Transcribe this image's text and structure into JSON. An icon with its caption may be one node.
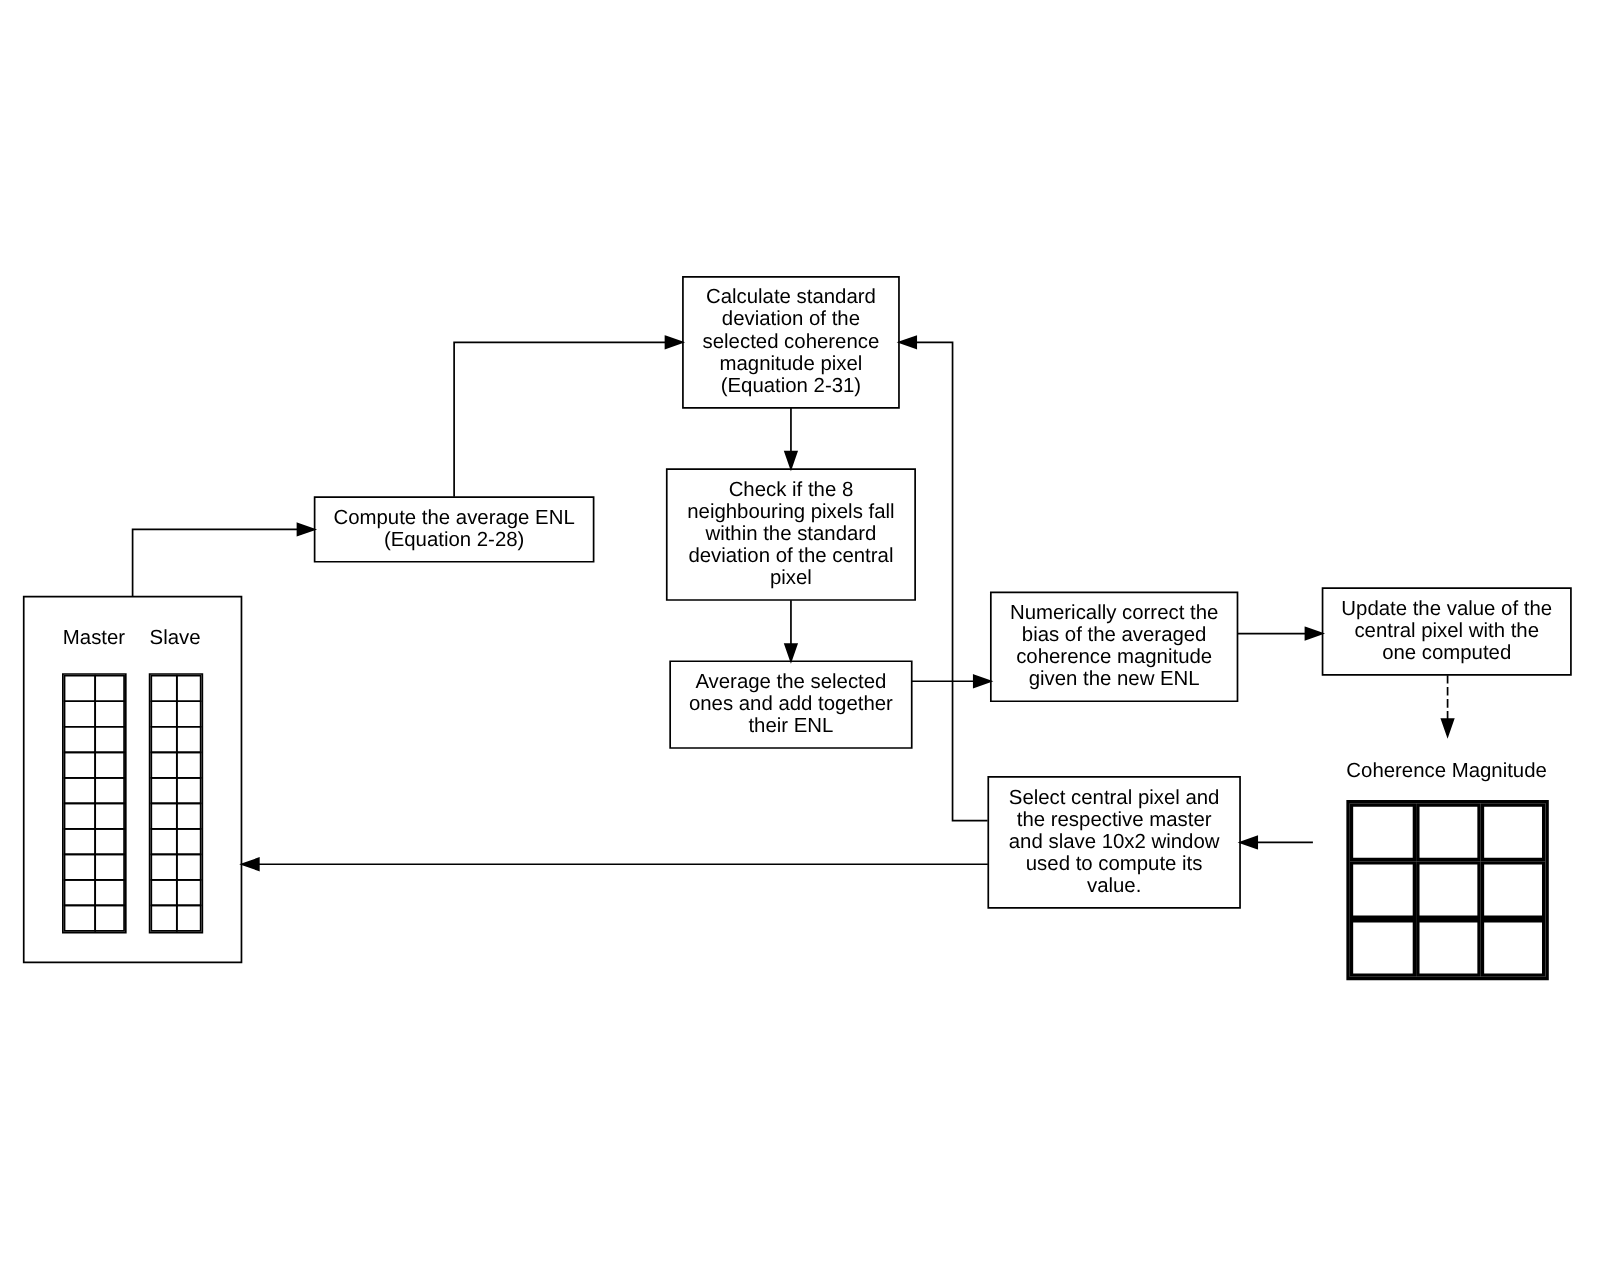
{
  "diagram": {
    "nodes": [
      {
        "text": [
          "Master",
          "Slave"
        ]
      },
      {
        "text": [
          "Compute the average ENL (Equation 2-28)"
        ]
      },
      {
        "text": [
          "Calculate standard deviation of the selected coherence magnitude pixel (Equation 2-31)"
        ]
      },
      {
        "text": [
          "Coherence Magnitude"
        ]
      },
      {
        "text": [
          "Select central pixel and the respective master and slave 10x2 window used to compute its value."
        ]
      },
      {
        "text": [
          "Check if the 8 neighbouring pixels fall within the standard deviation of the central pixel"
        ]
      },
      {
        "text": [
          "Update the value of the central pixel with the one computed"
        ]
      },
      {
        "text": [
          "Numerically correct the bias of the averaged coherence magnitude given the new ENL"
        ]
      },
      {
        "text": [
          "Average the selected ones and add together their ENL"
        ]
      }
    ],
    "edges": [
      {
        "from": 3,
        "to": 4,
        "arrow": "to"
      },
      {
        "from": 4,
        "to": 0,
        "arrow": "to"
      },
      {
        "from": 0,
        "to": 1,
        "arrow": "to"
      },
      {
        "from": 1,
        "to": 2,
        "arrow": "to"
      },
      {
        "from": 4,
        "to": 2,
        "arrow": "to"
      },
      {
        "from": 2,
        "to": 5,
        "arrow": "to"
      },
      {
        "from": 5,
        "to": 8,
        "arrow": "to"
      },
      {
        "from": 8,
        "to": 7,
        "arrow": "to"
      },
      {
        "from": 7,
        "to": 6,
        "arrow": "to"
      },
      {
        "from": 6,
        "to": 3,
        "arrow": "to",
        "style": "dashed"
      }
    ]
  }
}
